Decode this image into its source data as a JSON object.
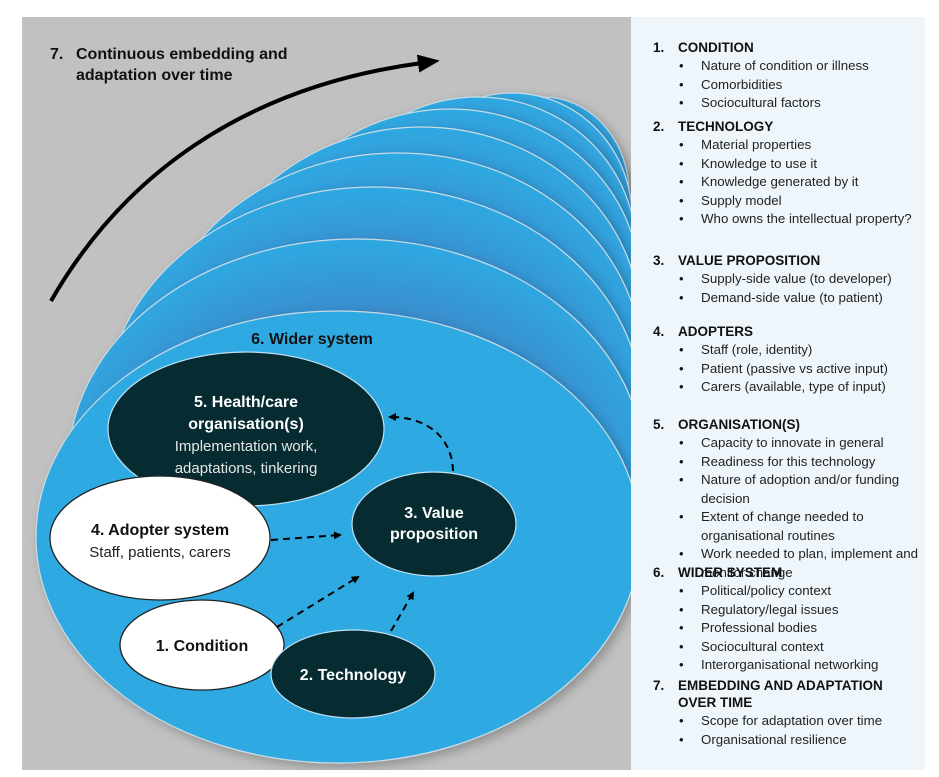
{
  "diagram": {
    "time_label_number": "7.",
    "time_label_lines": [
      "Continuous embedding and",
      "adaptation over time"
    ],
    "wider_system_label": "6. Wider system",
    "nodes": {
      "organisation": {
        "title_lines": [
          "5. Health/care",
          "organisation(s)"
        ],
        "subtitle_lines": [
          "Implementation work,",
          "adaptations, tinkering"
        ]
      },
      "adopter": {
        "title": "4. Adopter system",
        "subtitle": "Staff, patients, carers"
      },
      "value": {
        "title_lines": [
          "3. Value",
          "proposition"
        ]
      },
      "condition": {
        "title": "1. Condition"
      },
      "technology": {
        "title": "2. Technology"
      }
    },
    "edges": [
      {
        "from": "adopter",
        "to": "value"
      },
      {
        "from": "condition",
        "to": "value"
      },
      {
        "from": "technology",
        "to": "value"
      },
      {
        "from": "value",
        "to": "organisation"
      }
    ],
    "colors": {
      "background": "#c1c1c1",
      "wider_system_blue": "#2ea9e2",
      "dark_node": "#062b31",
      "light_node": "#ffffff",
      "legend_bg": "#eef6fc"
    }
  },
  "legend": {
    "sections": [
      {
        "num": "1.",
        "title": "CONDITION",
        "items": [
          "Nature of condition or illness",
          "Comorbidities",
          "Sociocultural factors"
        ]
      },
      {
        "num": "2.",
        "title": "TECHNOLOGY",
        "items": [
          "Material properties",
          "Knowledge to use it",
          "Knowledge generated by it",
          "Supply model",
          "Who owns the intellectual property?"
        ]
      },
      {
        "num": "3.",
        "title": "VALUE PROPOSITION",
        "items": [
          "Supply-side value (to developer)",
          "Demand-side value (to patient)"
        ]
      },
      {
        "num": "4.",
        "title": "ADOPTERS",
        "items": [
          "Staff (role, identity)",
          "Patient (passive vs active input)",
          "Carers (available, type of input)"
        ]
      },
      {
        "num": "5.",
        "title": "ORGANISATION(S)",
        "items": [
          "Capacity to innovate in general",
          "Readiness for this technology",
          "Nature of adoption and/or funding decision",
          "Extent of change needed to organisational routines",
          "Work needed to plan, implement and monitor change"
        ]
      },
      {
        "num": "6.",
        "title": "WIDER SYSTEM",
        "items": [
          "Political/policy context",
          "Regulatory/legal issues",
          "Professional bodies",
          "Sociocultural context",
          "Interorganisational networking"
        ]
      },
      {
        "num": "7.",
        "title": "EMBEDDING AND ADAPTATION OVER TIME",
        "items": [
          "Scope for adaptation over time",
          "Organisational resilience"
        ]
      }
    ]
  }
}
